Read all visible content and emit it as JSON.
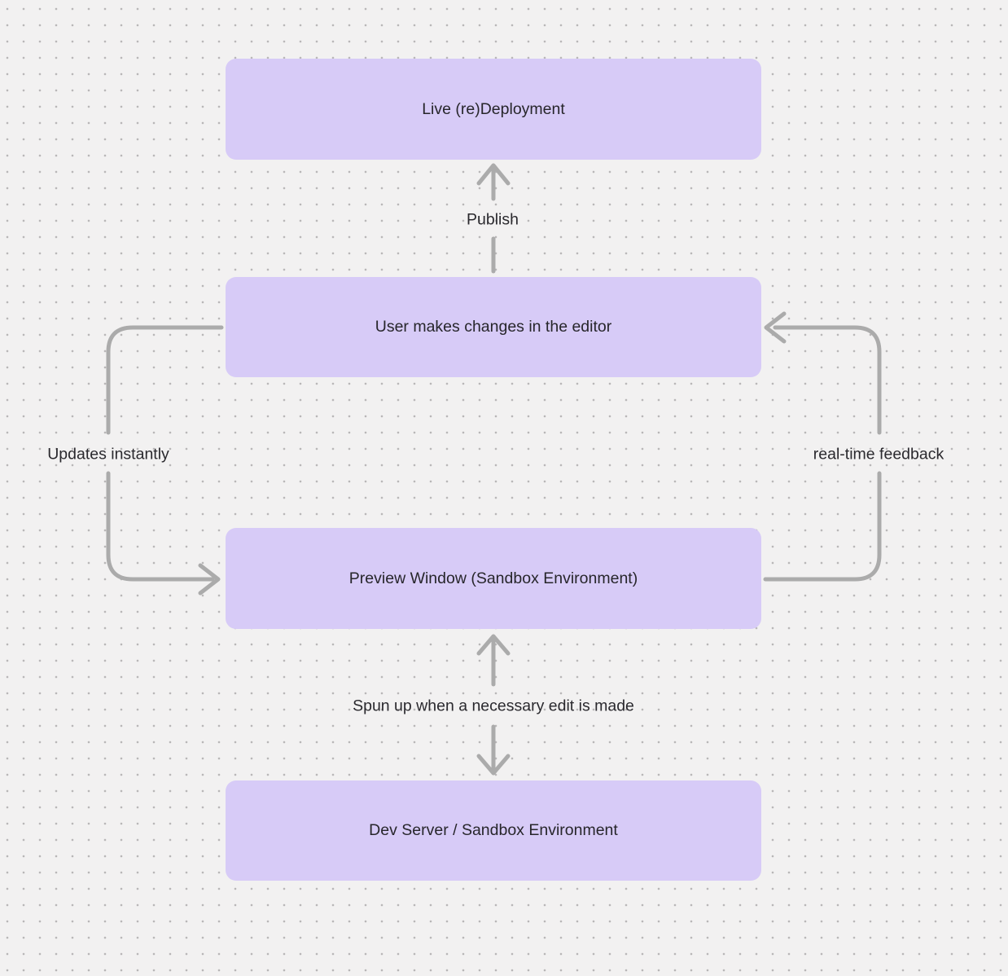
{
  "diagram": {
    "type": "flowchart",
    "colors": {
      "canvas_background": "#f2f1f1",
      "grid_dot": "#b9b7b8",
      "node_fill": "#d7cbf7",
      "arrow_stroke": "#ababab",
      "text": "#27262b"
    },
    "nodes": [
      {
        "id": "live-redeployment",
        "label": "Live (re)Deployment"
      },
      {
        "id": "user-editor",
        "label": "User makes changes in the editor"
      },
      {
        "id": "preview-window",
        "label": "Preview Window (Sandbox Environment)"
      },
      {
        "id": "dev-server",
        "label": "Dev Server / Sandbox Environment"
      }
    ],
    "edges": [
      {
        "id": "publish",
        "label": "Publish",
        "from": "user-editor",
        "to": "live-redeployment",
        "direction": "up"
      },
      {
        "id": "updates-instantly",
        "label": "Updates instantly",
        "from": "user-editor",
        "to": "preview-window",
        "direction": "left-loop-down"
      },
      {
        "id": "realtime-feedback",
        "label": "real-time feedback",
        "from": "preview-window",
        "to": "user-editor",
        "direction": "right-loop-up"
      },
      {
        "id": "spun-up",
        "label": "Spun up when a necessary edit is made",
        "from": "preview-window",
        "to": "dev-server",
        "direction": "both"
      }
    ]
  }
}
